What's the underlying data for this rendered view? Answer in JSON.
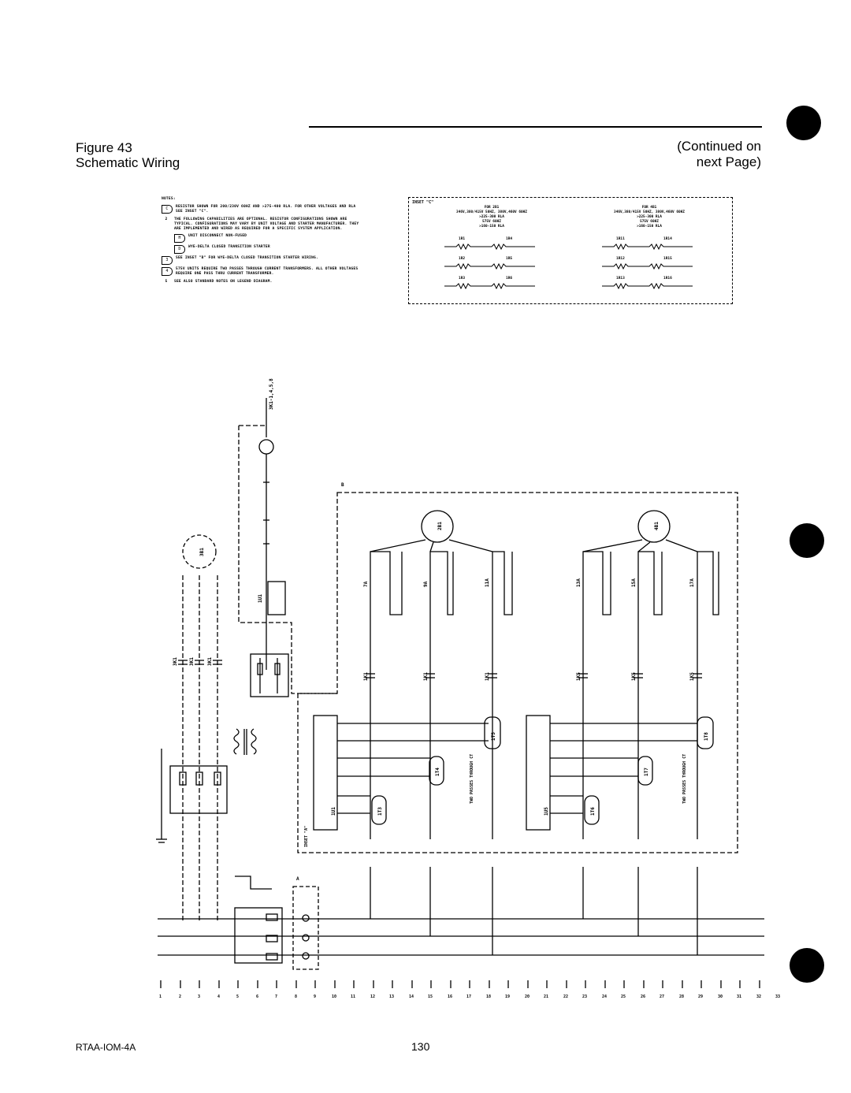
{
  "header": {
    "figure_label": "Figure 43",
    "figure_title": "Schematic Wiring",
    "continued_line1": "(Continued on",
    "continued_line2": "next Page)"
  },
  "notes": {
    "heading": "NOTES:",
    "items": [
      {
        "mark": "C",
        "text": "RESISTOR SHOWN FOR 200/230V 60HZ AND >275-400 RLA. FOR OTHER VOLTAGES AND RLA SEE INSET \"C\"."
      },
      {
        "mark": "2",
        "text": "THE FOLLOWING CAPABILITIES ARE OPTIONAL. RESISTOR CONFIGURATIONS SHOWN ARE TYPICAL. CONFIGURATIONS MAY VARY BY UNIT VOLTAGE AND STARTER MANUFACTURER. THEY ARE IMPLEMENTED AND WIRED AS REQUIRED FOR A SPECIFIC SYSTEM APPLICATION."
      },
      {
        "mark": "H",
        "text": "UNIT DISCONNECT NON-FUSED",
        "sub": true
      },
      {
        "mark": "D",
        "text": "WYE-DELTA CLOSED TRANSITION STARTER",
        "sub": true
      },
      {
        "mark": "3",
        "text": "SEE INSET \"B\" FOR WYE-DELTA CLOSED TRANSITION STARTER WIRING."
      },
      {
        "mark": "4",
        "text": "575V UNITS REQUIRE TWO PASSES THROUGH CURRENT TRANSFORMERS. ALL OTHER VOLTAGES REQUIRE ONE PASS THRU CURRENT TRANSFORMER."
      },
      {
        "mark": "5",
        "text": "SEE ALSO STANDARD NOTES ON LEGEND DIAGRAM."
      }
    ]
  },
  "inset_c": {
    "label": "INSET \"C\"",
    "left": {
      "lines": [
        "FOR 2B1",
        "346V,380/415V 50HZ, 380V,460V 60HZ",
        ">225-300 RLA",
        "575V 60HZ",
        ">160-150 RLA"
      ],
      "resistors": [
        [
          "1R1",
          "1R4"
        ],
        [
          "1R2",
          "1R5"
        ],
        [
          "1R3",
          "1R6"
        ]
      ]
    },
    "right": {
      "lines": [
        "FOR 4B1",
        "346V,380/415V 50HZ, 380V,460V 60HZ",
        ">225-300 RLA",
        "575V 60HZ",
        ">160-150 RLA"
      ],
      "resistors": [
        [
          "1R11",
          "1R14"
        ],
        [
          "1R12",
          "1R15"
        ],
        [
          "1R13",
          "1R16"
        ]
      ]
    }
  },
  "schematic": {
    "inset_b_marker": "B",
    "inset_a_marker": "A",
    "motor_left": "2B1",
    "motor_right": "4B1",
    "ct_left": [
      "1T3",
      "1T4",
      "1T5"
    ],
    "ct_right": [
      "1T6",
      "1T7",
      "1T8"
    ],
    "two_passes_label": "TWO PASSES THROUGH CT",
    "inset_label": "INSET \"A\"",
    "terminal_left": "1U1",
    "terminal_right": "1U5",
    "fan_motor": "3B1",
    "fuse_block": "1U1",
    "wire_labels_left": [
      "7A",
      "9A",
      "11A"
    ],
    "wire_labels_right": [
      "13A",
      "15A",
      "17A"
    ],
    "contactor_left": [
      "1K1",
      "1K1",
      "1K1"
    ],
    "contactor_right": [
      "1K5",
      "1K5",
      "1K5"
    ],
    "fan_contactor": [
      "3K1",
      "3K1",
      "3K1"
    ],
    "relay_top": "3K1-1,4,5,8"
  },
  "line_numbers": [
    "1",
    "2",
    "3",
    "4",
    "5",
    "6",
    "7",
    "8",
    "9",
    "10",
    "11",
    "12",
    "13",
    "14",
    "15",
    "16",
    "17",
    "18",
    "19",
    "20",
    "21",
    "22",
    "23",
    "24",
    "25",
    "26",
    "27",
    "28",
    "29",
    "30",
    "31",
    "32",
    "33"
  ],
  "footer": {
    "doc_id": "RTAA-IOM-4A",
    "page": "130"
  }
}
